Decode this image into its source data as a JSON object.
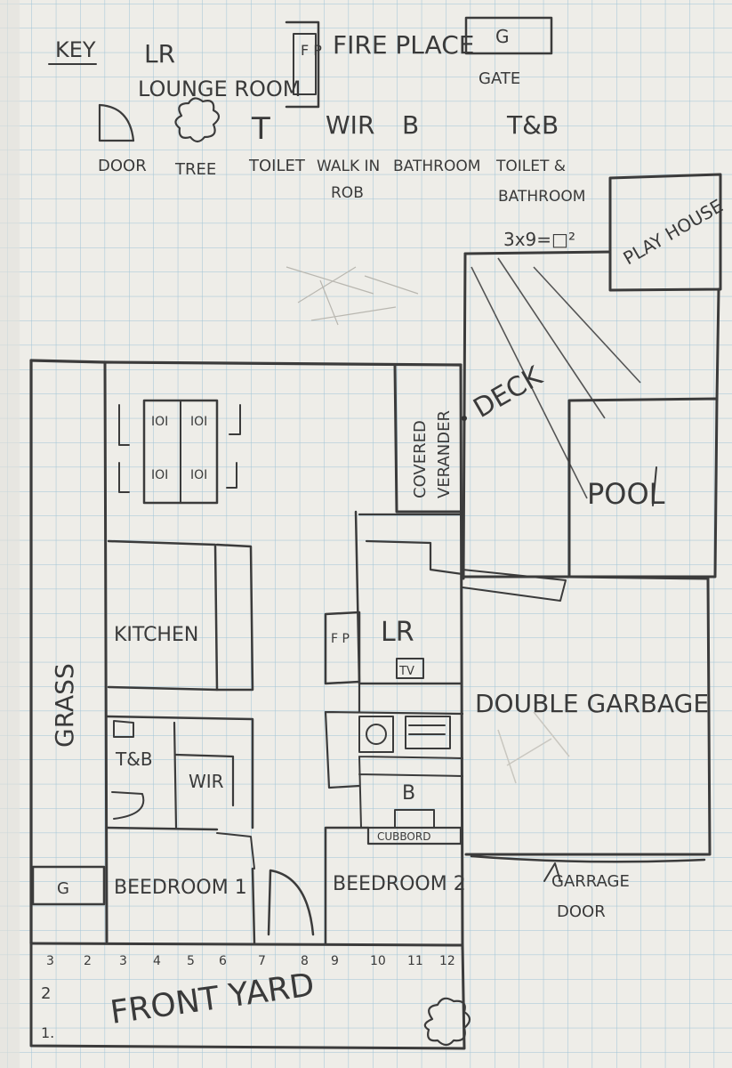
{
  "key": {
    "heading": "KEY",
    "lr_code": "LR",
    "lr_text": "LOUNGE ROOM",
    "fireplace_code": "F P",
    "fireplace_text": "FIRE PLACE",
    "gate_code": "G",
    "gate_text": "GATE",
    "door_text": "DOOR",
    "tree_text": "TREE",
    "toilet_code": "T",
    "toilet_text": "TOILET",
    "wir_code": "WIR",
    "wir_text_1": "WALK IN",
    "wir_text_2": "ROB",
    "bathroom_code": "B",
    "bathroom_text": "BATHROOM",
    "tb_code": "T&B",
    "tb_text_1": "TOILET &",
    "tb_text_2": "BATHROOM",
    "scale_note": "3x9=□²"
  },
  "rooms": {
    "play_house": "PLAY HOUSE",
    "deck": "DECK",
    "covered_veranda_1": "COVERED",
    "covered_veranda_2": "VERANDER",
    "pool": "POOL",
    "kitchen": "KITCHEN",
    "grass": "GRASS",
    "lounge": "LR",
    "lounge_fp": "F P",
    "tv": "TV",
    "double_garage": "DOUBLE GARBAGE",
    "tb": "T&B",
    "wir": "WIR",
    "bathroom": "B",
    "cupboard": "CUBBORD",
    "bedroom1": "BEEDROOM 1",
    "bedroom2": "BEEDROOM 2",
    "gate": "G",
    "garage_door_1": "GARRAGE",
    "garage_door_2": "DOOR",
    "front_yard": "FRONT YARD",
    "table_chair_mark": "IOI"
  },
  "grid_numbers": {
    "top_row": [
      "3",
      "2",
      "3",
      "4",
      "5",
      "6",
      "7",
      "8",
      "9",
      "10",
      "11",
      "12"
    ],
    "left_column": [
      "2",
      "1."
    ]
  }
}
